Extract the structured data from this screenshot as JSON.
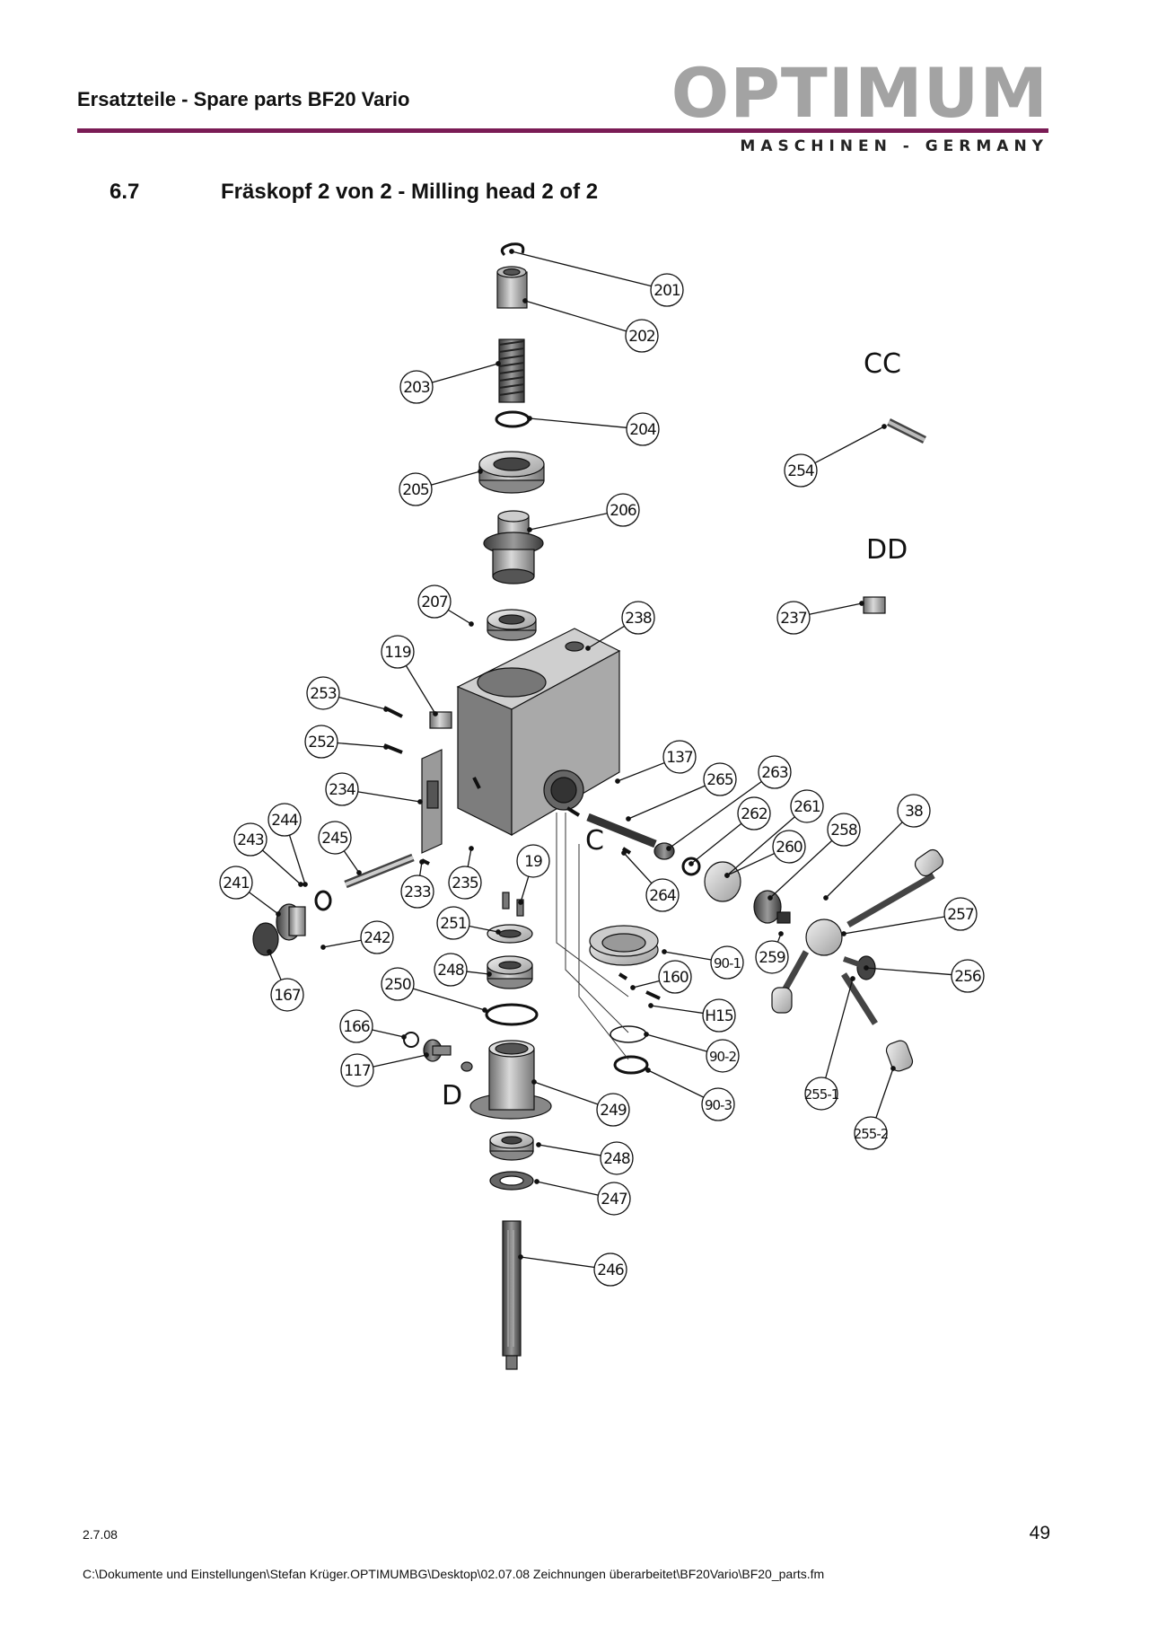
{
  "header": {
    "title": "Ersatzteile - Spare parts BF20 Vario",
    "logo_text": "OPTIMUM",
    "logo_subtitle": "MASCHINEN - GERMANY",
    "rule_color": "#7a1b55",
    "logo_color": "#a3a3a3"
  },
  "section": {
    "number": "6.7",
    "title": "Fräskopf 2 von 2 - Milling head 2 of 2"
  },
  "diagram": {
    "view_labels": [
      "CC",
      "DD",
      "C",
      "D"
    ],
    "callouts": [
      "201",
      "202",
      "203",
      "204",
      "205",
      "206",
      "207",
      "238",
      "119",
      "253",
      "252",
      "137",
      "265",
      "263",
      "234",
      "262",
      "261",
      "38",
      "244",
      "243",
      "245",
      "258",
      "260",
      "19",
      "241",
      "233",
      "235",
      "264",
      "257",
      "251",
      "242",
      "90-1",
      "259",
      "248",
      "160",
      "256",
      "250",
      "167",
      "H15",
      "166",
      "90-2",
      "117",
      "255-1",
      "249",
      "90-3",
      "255-2",
      "248",
      "247",
      "246",
      "254",
      "237"
    ]
  },
  "footer": {
    "date": "2.7.08",
    "page_number": "49",
    "file_path": "C:\\Dokumente und Einstellungen\\Stefan Krüger.OPTIMUMBG\\Desktop\\02.07.08 Zeichnungen überarbeitet\\BF20Vario\\BF20_parts.fm"
  }
}
